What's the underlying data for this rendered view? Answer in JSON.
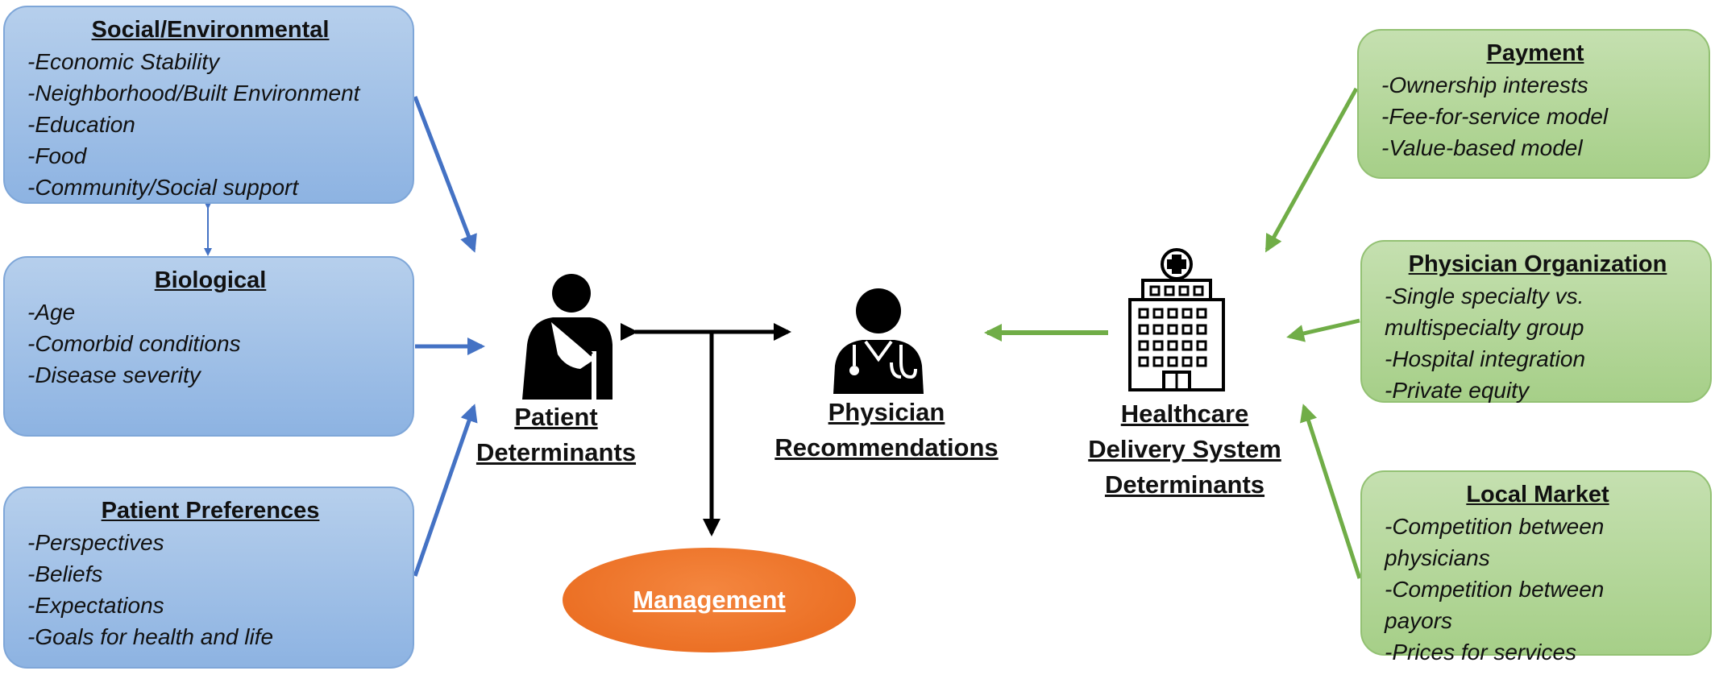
{
  "colors": {
    "blue_arrow": "#4472c4",
    "green_arrow": "#70ad47",
    "management": "#ed7d31"
  },
  "left_boxes": {
    "social": {
      "title": "Social/Environmental",
      "items": [
        "-Economic Stability",
        "-Neighborhood/Built Environment",
        "-Education",
        "-Food",
        "-Community/Social support"
      ]
    },
    "biological": {
      "title": "Biological",
      "items": [
        "-Age",
        "-Comorbid conditions",
        "-Disease severity"
      ]
    },
    "preferences": {
      "title": "Patient Preferences",
      "items": [
        "-Perspectives",
        "-Beliefs",
        "-Expectations",
        "-Goals for health and life"
      ]
    }
  },
  "right_boxes": {
    "payment": {
      "title": "Payment",
      "items": [
        "-Ownership interests",
        "-Fee-for-service model",
        "-Value-based model"
      ]
    },
    "organization": {
      "title": "Physician Organization",
      "lines": [
        "-Single specialty vs.",
        "multispecialty group",
        "-Hospital integration",
        "-Private equity"
      ]
    },
    "market": {
      "title": "Local Market",
      "lines": [
        "-Competition between",
        "physicians",
        "-Competition between",
        "payors",
        "-Prices for services"
      ]
    }
  },
  "center": {
    "patient": [
      "Patient",
      "Determinants"
    ],
    "physician": [
      "Physician",
      "Recommendations"
    ],
    "healthcare": [
      "Healthcare",
      "Delivery System",
      "Determinants"
    ],
    "management": "Management"
  },
  "icons": {
    "patient": "patient-sling-icon",
    "physician": "doctor-stethoscope-icon",
    "hospital": "hospital-building-icon"
  }
}
